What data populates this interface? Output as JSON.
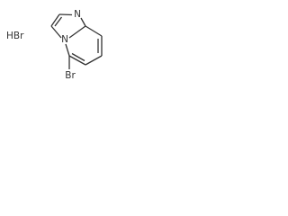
{
  "molecule": {
    "salt": "HBr",
    "atoms": {
      "imidazole_n": "N",
      "bridgehead_n": "N",
      "substituent": "Br"
    }
  }
}
